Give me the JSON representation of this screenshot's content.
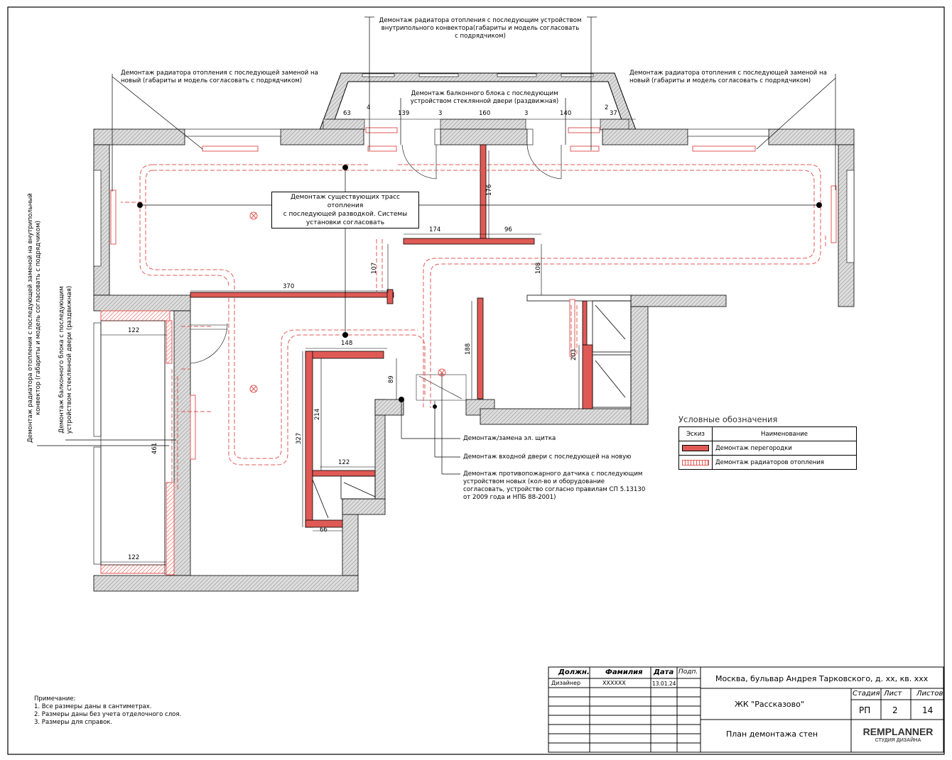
{
  "annotations": {
    "top_center": "Демонтаж радиатора отопления с последующим устройством\nвнутрипольного конвектора(габариты и модель согласовать\nс подрядчиком)",
    "top_left": "Демонтаж радиатора отопления с последующей заменой на\nновый (габариты и модель согласовать с подрядчиком)",
    "top_right": "Демонтаж радиатора отопления с последующей заменой на\nновый (габариты и модель согласовать с подрядчиком)",
    "balcony_block": "Демонтаж балконного блока с последующим\nустройством стеклянной двери (раздвижная)",
    "heating_routes": "Демонтаж существующих трасс отопления\nс последующей разводкой. Системы\nустановки согласовать",
    "left_vertical_1": "Демонтаж радиатора отопления с последующей заменой на внутрипольный\nконвектор (габариты и модель согласовать с подрядчиком)",
    "left_vertical_2": "Демонтаж балконного блока с последующим\nустройством стеклянной двери (раздвижная)",
    "panel": "Демонтаж/замена эл. щитка",
    "entrance_door": "Демонтаж входной двери с последующей на новую",
    "fire_sensor": "Демонтаж противопожарного датчика с последующим\nустройством новых (кол-во и оборудование\nсогласовать, устройство согласно правилам СП 5.13130\nот 2009 года и НПБ 88-2001)"
  },
  "dimensions": {
    "d63": "63",
    "d4": "4",
    "d139": "139",
    "d3a": "3",
    "d160": "160",
    "d3b": "3",
    "d140": "140",
    "d2": "2",
    "d37": "37",
    "d176": "176",
    "d174": "174",
    "d96": "96",
    "d107": "107",
    "d108": "108",
    "d370": "370",
    "d122a": "122",
    "d461": "461",
    "d122b": "122",
    "d148": "148",
    "d89": "89",
    "d188": "188",
    "d203": "203",
    "d214": "214",
    "d327": "327",
    "d122c": "122",
    "d66": "66"
  },
  "legend": {
    "title": "Условные обозначения",
    "col_sketch": "Эскиз",
    "col_name": "Наименование",
    "row1": "Демонтаж перегородки",
    "row2": "Демонтаж радиаторов отопления"
  },
  "notes": {
    "title": "Примечание:",
    "n1": "1.  Все размеры даны в сантиметрах.",
    "n2": "2.  Размеры даны без учета отделочного слоя.",
    "n3": "3.  Размеры для справок."
  },
  "title_block": {
    "h_position": "Должн.",
    "h_surname": "Фамилия",
    "h_date": "Дата",
    "h_sign": "Подп.",
    "role": "Дизайнер",
    "surname": "XXXXXX",
    "date": "13.01.24",
    "address": "Москва, бульвар Андрея Тарковского, д. хх, кв. ххх",
    "complex": "ЖК \"Рассказово\"",
    "h_stage": "Стадия",
    "h_sheet": "Лист",
    "h_sheets": "Листов",
    "stage": "РП",
    "sheet": "2",
    "sheets": "14",
    "drawing": "План демонтажа стен",
    "logo_main": "REMPLANNER",
    "logo_sub": "СТУДИЯ ДИЗАЙНА"
  },
  "colors": {
    "demolition": "#e05a55",
    "wall": "#9a9a9a",
    "radiator": "#e05a55"
  }
}
